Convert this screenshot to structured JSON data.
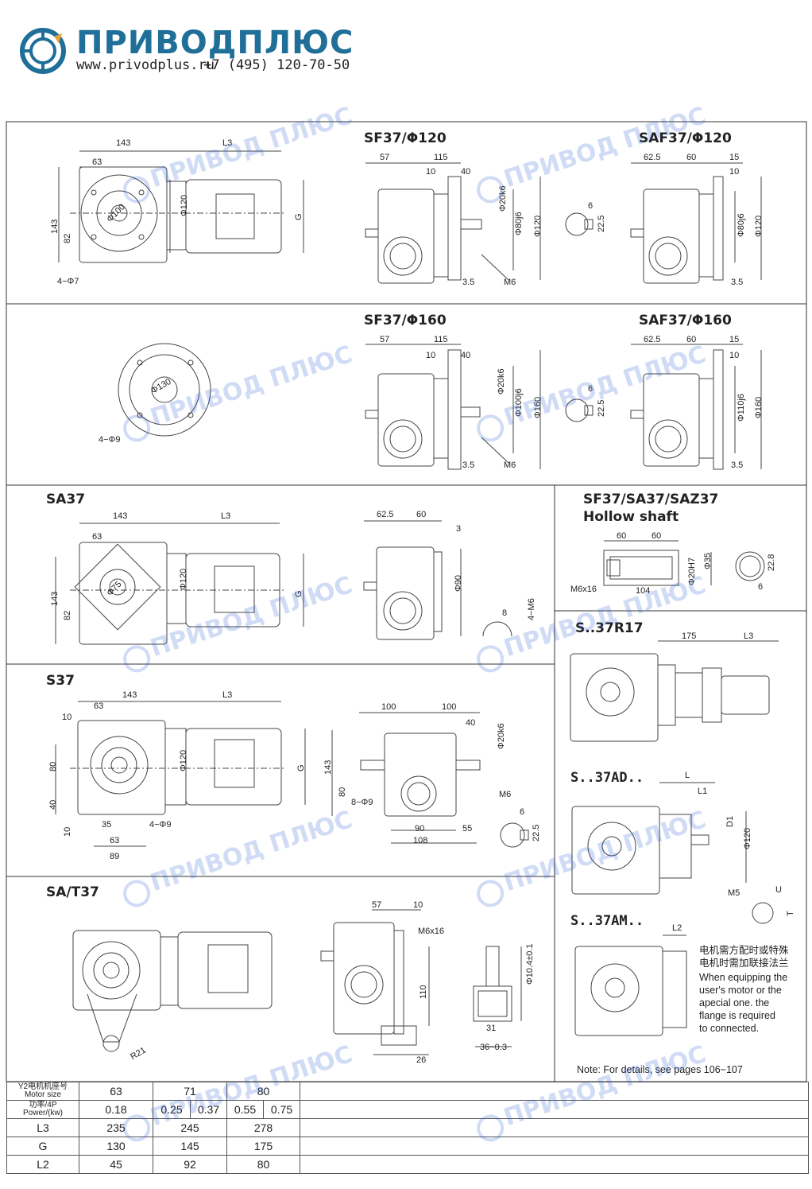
{
  "header": {
    "logo_text": "ПРИВОДПЛЮС",
    "website": "www.privodplus.ru",
    "phone": "+7 (495) 120-70-50",
    "watermark": "ПРИВОД ПЛЮС",
    "brand_color": "#1f6f98"
  },
  "panels": {
    "sf120": {
      "title": "SF37/Φ120",
      "side_dims": [
        "143",
        "L3",
        "63",
        "Φ100",
        "Φ120",
        "G",
        "143",
        "82",
        "4−Φ7"
      ],
      "front_dims": [
        "57",
        "115",
        "10",
        "40",
        "Φ20k6",
        "Φ80j6",
        "Φ120",
        "3.5",
        "M6"
      ],
      "key_dims": [
        "6",
        "22.5"
      ]
    },
    "saf120": {
      "title": "SAF37/Φ120",
      "dims": [
        "62.5",
        "60",
        "15",
        "10",
        "Φ80j6",
        "Φ120",
        "3.5"
      ]
    },
    "sf160": {
      "title": "SF37/Φ160",
      "flange_dims": [
        "Φ130",
        "4−Φ9"
      ],
      "front_dims": [
        "57",
        "115",
        "10",
        "40",
        "Φ20k6",
        "Φ100j6",
        "Φ160",
        "3.5",
        "M6"
      ],
      "key_dims": [
        "6",
        "22.5"
      ]
    },
    "saf160": {
      "title": "SAF37/Φ160",
      "dims": [
        "62.5",
        "60",
        "15",
        "10",
        "Φ110j6",
        "Φ160",
        "3.5"
      ]
    },
    "sa37": {
      "title": "SA37",
      "side_dims": [
        "143",
        "L3",
        "63",
        "Φ75",
        "Φ120",
        "G",
        "143",
        "82"
      ],
      "front_dims": [
        "62.5",
        "60",
        "3",
        "Φ90"
      ],
      "thread_dims": [
        "8",
        "4−M6"
      ]
    },
    "hollow": {
      "title_line1": "SF37/SA37/SAZ37",
      "title_line2": "Hollow shaft",
      "dims": [
        "60",
        "60",
        "M6x16",
        "104",
        "Φ20H7",
        "Φ35",
        "22.8",
        "6"
      ]
    },
    "s37": {
      "title": "S37",
      "side_dims": [
        "143",
        "L3",
        "63",
        "10",
        "80",
        "40",
        "10",
        "35",
        "63",
        "89",
        "4−Φ9",
        "Φ120",
        "G"
      ],
      "front_dims": [
        "100",
        "100",
        "40",
        "Φ20k6",
        "143",
        "80",
        "8−Φ9",
        "M6",
        "90",
        "108",
        "55"
      ],
      "key_dims": [
        "6",
        "22.5"
      ]
    },
    "r17": {
      "title": "S..37R17",
      "dims": [
        "175",
        "L3"
      ]
    },
    "ad": {
      "title": "S..37AD..",
      "dims": [
        "L",
        "L1",
        "D1",
        "Φ120",
        "M5",
        "U",
        "T"
      ]
    },
    "am": {
      "title": "S..37AM..",
      "dims": [
        "L2"
      ],
      "note_cn_1": "电机需方配时或特殊",
      "note_cn_2": "电机时需加联接法兰",
      "note_en": [
        "When equipping the",
        "user's motor or the",
        "apecial one. the",
        "flange is required",
        "to connected."
      ],
      "details_note": "Note: For details, see pages 106−107"
    },
    "sat37": {
      "title": "SA/T37",
      "dims": [
        "R21",
        "57",
        "10",
        "M6x16",
        "110",
        "26",
        "Φ10.4±0.1",
        "31",
        "36−0.3"
      ]
    }
  },
  "spec_table": {
    "rows": [
      {
        "label_cn": "Y2电机机座号",
        "label_en": "Motor size",
        "cells": [
          "63",
          "71",
          "80"
        ]
      },
      {
        "label_cn": "功率/4P",
        "label_en": "Power/(kw)",
        "cells": [
          "0.18",
          "0.25",
          "0.37",
          "0.55",
          "0.75"
        ]
      },
      {
        "label": "L3",
        "cells": [
          "235",
          "245",
          "278"
        ]
      },
      {
        "label": "G",
        "cells": [
          "130",
          "145",
          "175"
        ]
      },
      {
        "label": "L2",
        "cells": [
          "45",
          "92",
          "80"
        ]
      }
    ]
  }
}
